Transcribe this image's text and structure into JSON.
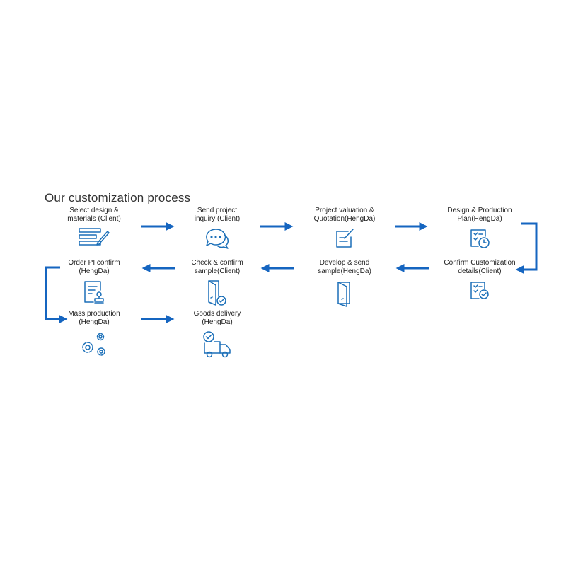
{
  "title": "Our customization process",
  "steps": [
    {
      "id": "s1",
      "line1": "Select design &",
      "line2": "materials (Client)",
      "icon": "checklist-pen-icon"
    },
    {
      "id": "s2",
      "line1": "Send project",
      "line2": "inquiry (Client)",
      "icon": "chat-bubbles-icon"
    },
    {
      "id": "s3",
      "line1": "Project valuation &",
      "line2": "Quotation(HengDa)",
      "icon": "document-edit-icon"
    },
    {
      "id": "s4",
      "line1": "Design & Production",
      "line2": "Plan(HengDa)",
      "icon": "checklist-clock-icon"
    },
    {
      "id": "s5",
      "line1": "Confirm Customization",
      "line2": "details(Client)",
      "icon": "checklist-check-icon"
    },
    {
      "id": "s6",
      "line1": "Develop & send",
      "line2": "sample(HengDa)",
      "icon": "folder-icon"
    },
    {
      "id": "s7",
      "line1": "Check & confirm",
      "line2": "sample(Client)",
      "icon": "folder-check-icon"
    },
    {
      "id": "s8",
      "line1": "Order PI confirm",
      "line2": "(HengDa)",
      "icon": "document-stamp-icon"
    },
    {
      "id": "s9",
      "line1": "Mass production",
      "line2": "(HengDa)",
      "icon": "gears-icon"
    },
    {
      "id": "s10",
      "line1": "Goods delivery",
      "line2": "(HengDa)",
      "icon": "delivery-truck-icon"
    }
  ],
  "colors": {
    "accent": "#1b6fb8",
    "arrow": "#1565c0"
  }
}
